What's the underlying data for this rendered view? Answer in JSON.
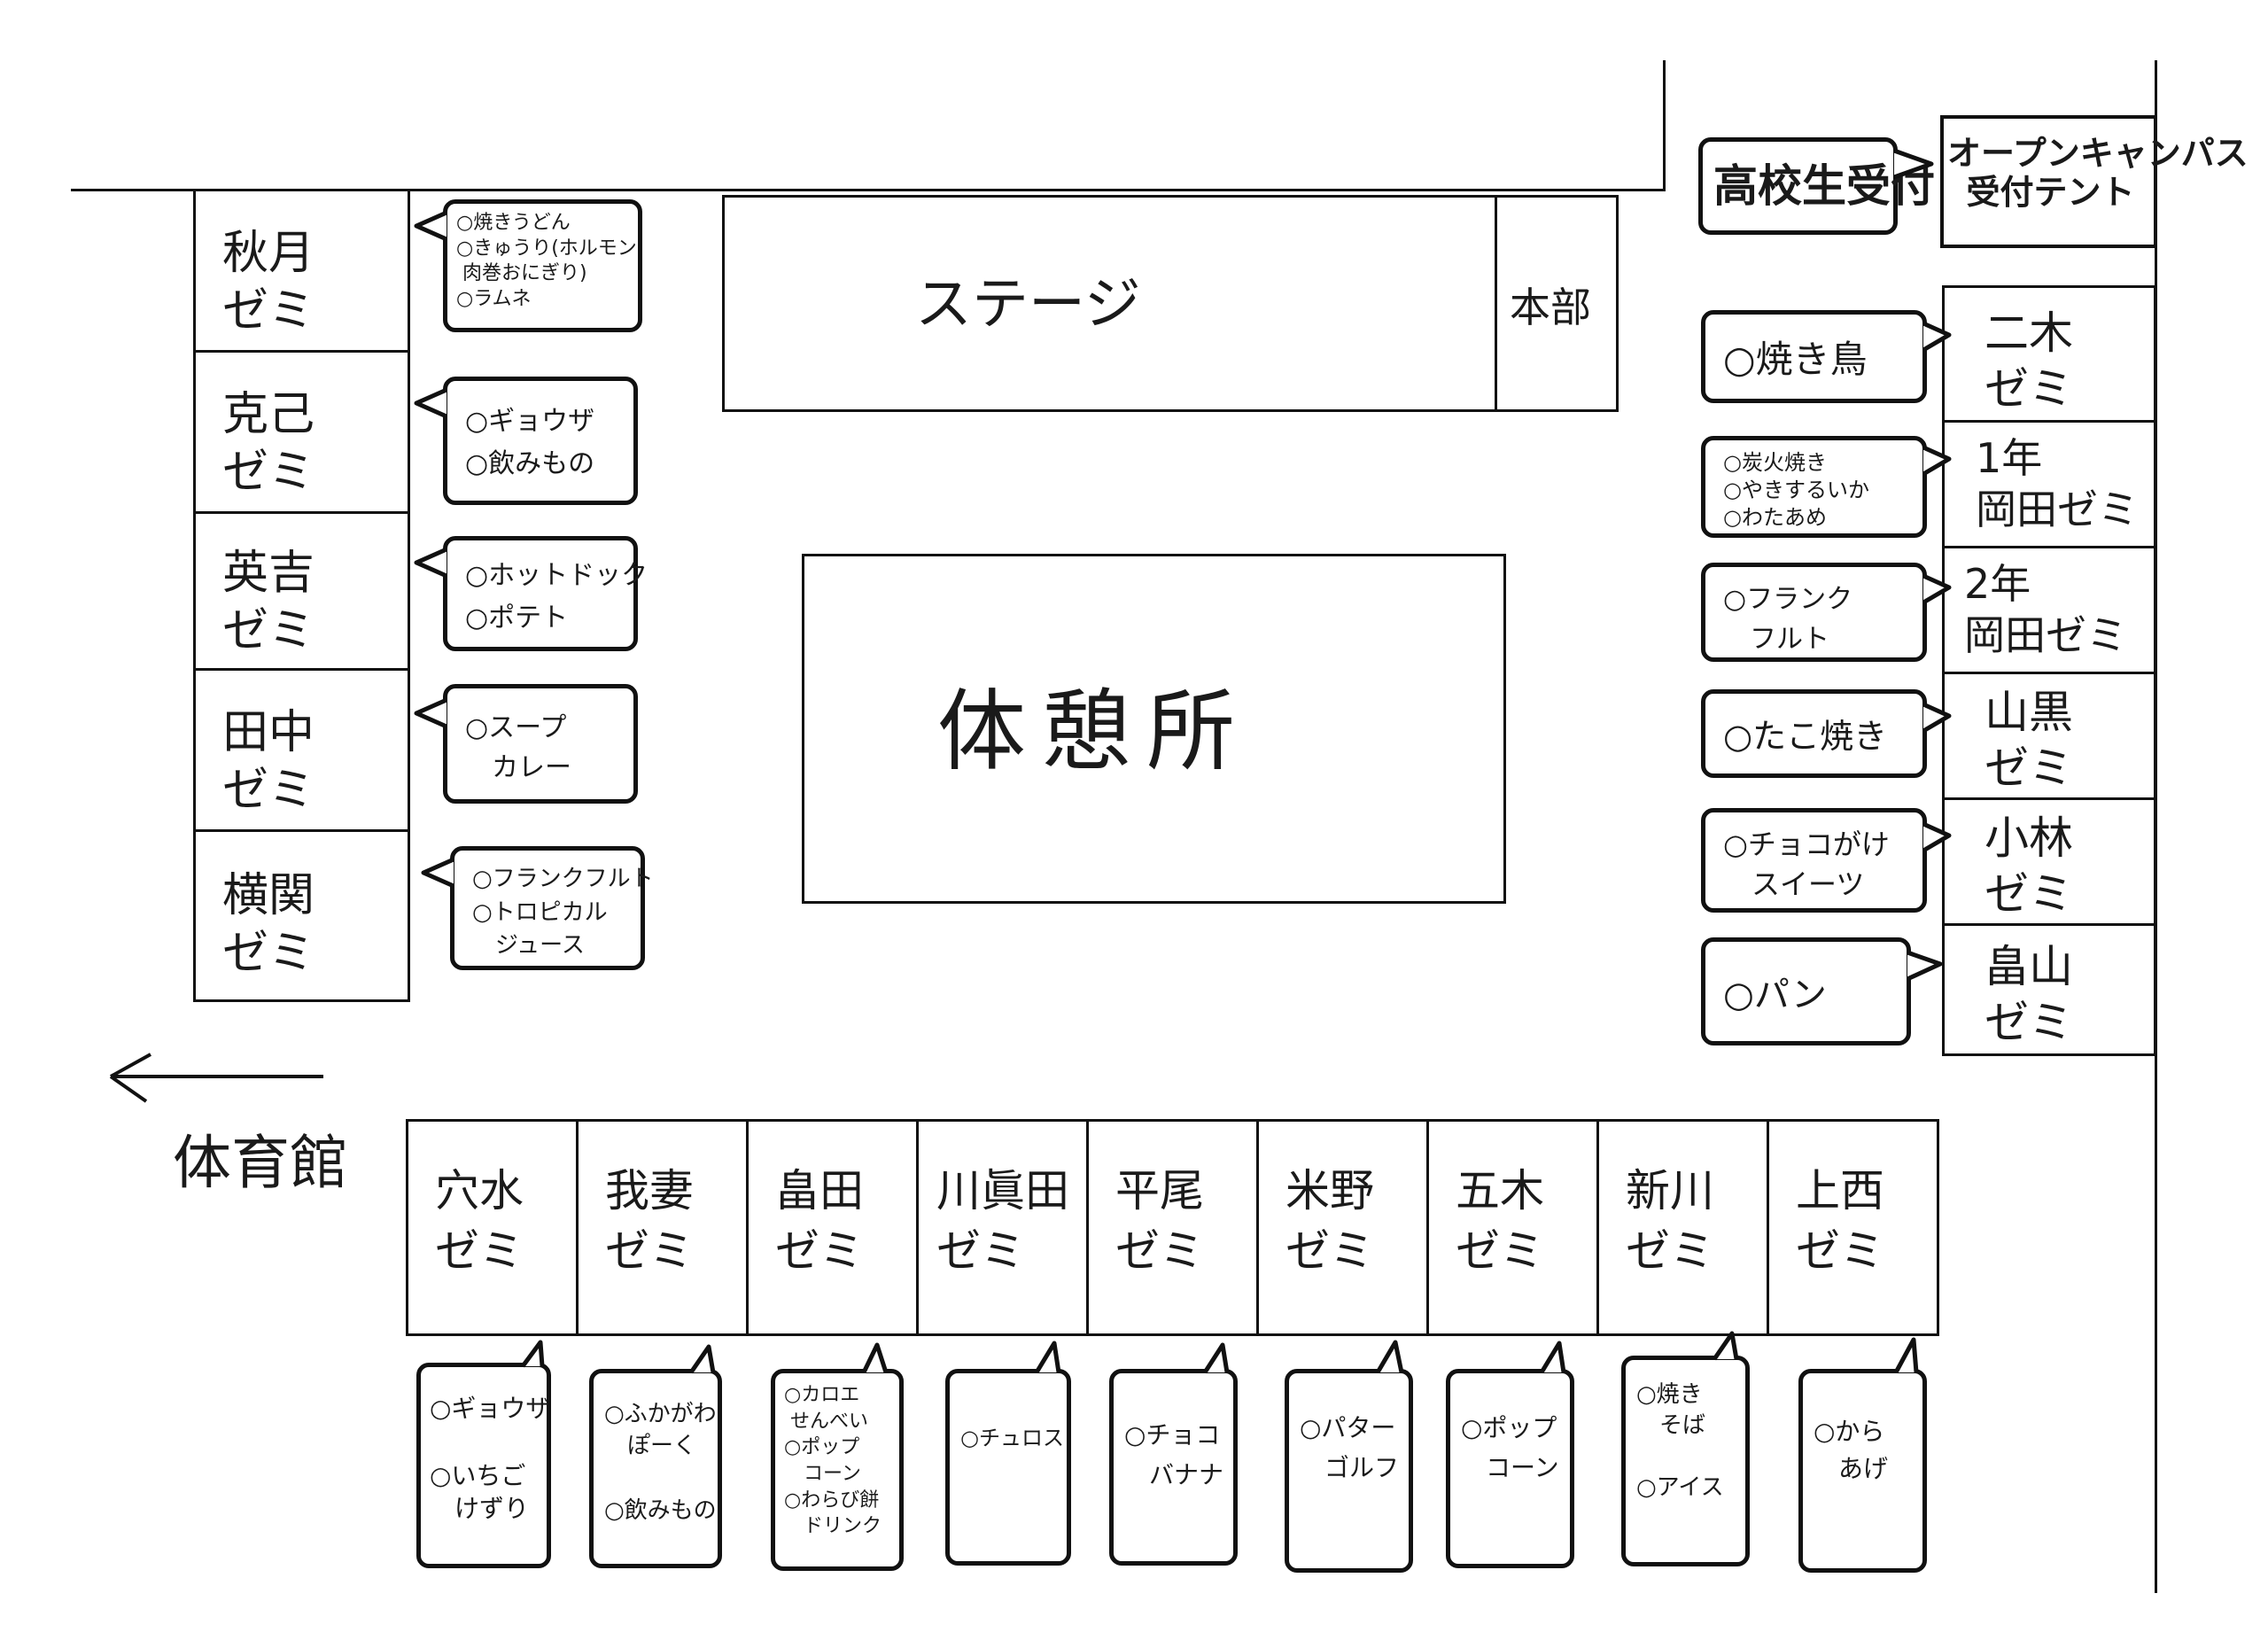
{
  "stage": "ステージ",
  "hq": "本部",
  "rest_area": "体憩所",
  "gym": "体育館",
  "hs_reception": "高校生受付",
  "open_campus_tent": "オープンキャンパス\n受付テント",
  "left_zemi": [
    {
      "name": "秋月\nゼミ",
      "items": "○焼きうどん\n○きゅうり(ホルモン\n 肉巻おにぎり)\n○ラムネ"
    },
    {
      "name": "克己\nゼミ",
      "items": "○ギョウザ\n○飲みもの"
    },
    {
      "name": "英吉\nゼミ",
      "items": "○ホットドック\n○ポテト"
    },
    {
      "name": "田中\nゼミ",
      "items": "○スープ\n　カレー"
    },
    {
      "name": "横関\nゼミ",
      "items": "○フランクフルト\n○トロピカル\n　ジュース"
    }
  ],
  "right_zemi": [
    {
      "name": "二木\nゼミ",
      "items": "○焼き鳥"
    },
    {
      "name": "1年\n岡田ゼミ",
      "items": "○炭火焼き\n○やきするいか\n○わたあめ"
    },
    {
      "name": "2年\n岡田ゼミ",
      "items": "○フランク\n　フルト"
    },
    {
      "name": "山黒\nゼミ",
      "items": "○たこ焼き"
    },
    {
      "name": "小林\nゼミ",
      "items": "○チョコがけ\n　スイーツ"
    },
    {
      "name": "畠山\nゼミ",
      "items": "○パン"
    }
  ],
  "bottom_zemi": [
    {
      "name": "穴水\nゼミ",
      "items": "○ギョウザ\n\n○いちご\n　けずり"
    },
    {
      "name": "我妻\nゼミ",
      "items": "○ふかがわ\n　ぽーく\n\n○飲みもの"
    },
    {
      "name": "畠田\nゼミ",
      "items": "○カロエ\n せんべい\n○ポップ\n　コーン\n○わらび餅\n　ドリンク"
    },
    {
      "name": "川眞田\nゼミ",
      "items": "○チュロス"
    },
    {
      "name": "平尾\nゼミ",
      "items": "○チョコ\n　バナナ"
    },
    {
      "name": "米野\nゼミ",
      "items": "○パター\n　ゴルフ"
    },
    {
      "name": "五木\nゼミ",
      "items": "○ポップ\n　コーン"
    },
    {
      "name": "新川\nゼミ",
      "items": "○焼き\n　そば\n\n○アイス"
    },
    {
      "name": "上西\nゼミ",
      "items": "○から\n　あげ"
    }
  ]
}
